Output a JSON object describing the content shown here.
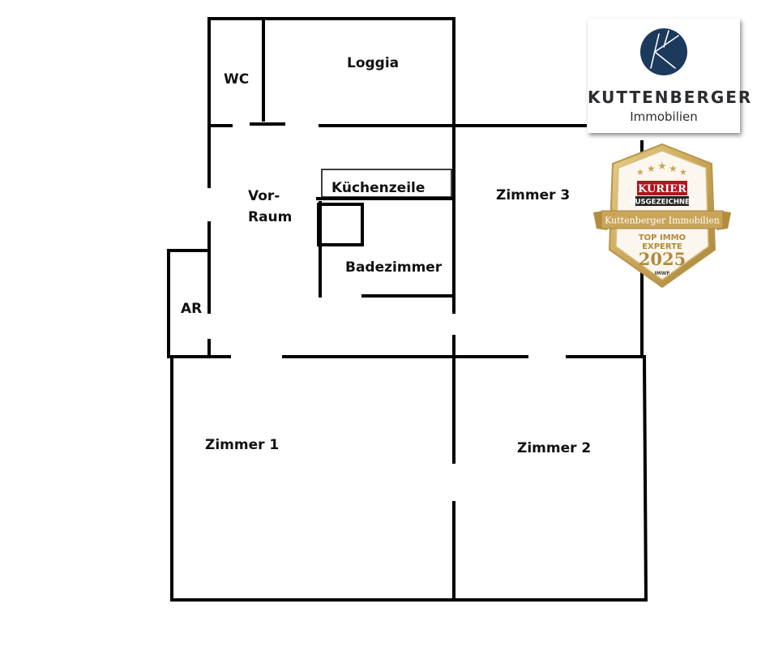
{
  "rooms": {
    "wc": "WC",
    "loggia": "Loggia",
    "vorraum_line1": "Vor-",
    "vorraum_line2": "Raum",
    "kuechenzeile": "Küchenzeile",
    "badezimmer": "Badezimmer",
    "ar": "AR",
    "zimmer1": "Zimmer 1",
    "zimmer2": "Zimmer 2",
    "zimmer3": "Zimmer 3"
  },
  "logo": {
    "brand": "KUTTENBERGER",
    "sub": "Immobilien",
    "icon": "compass-k-icon",
    "color": "#1b3a5c"
  },
  "badge": {
    "publisher": "KURIER",
    "award_line": "AUSGEZEICHNET",
    "ribbon": "Kuttenberger Immobilien",
    "title_line1": "TOP IMMO",
    "title_line2": "EXPERTE",
    "year": "2025",
    "issuer": "IMWF",
    "stars": 5,
    "gold": "#c9a55a",
    "red": "#b5121b"
  }
}
